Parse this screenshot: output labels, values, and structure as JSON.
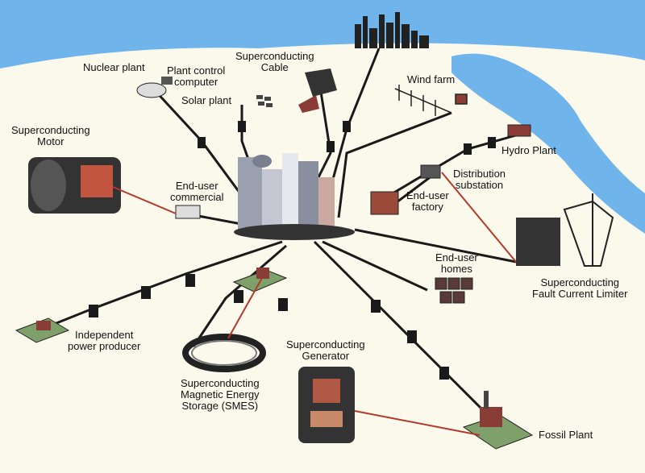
{
  "colors": {
    "sky": "#6fb4ea",
    "land": "#fbf8ec",
    "water": "#6fb4ea",
    "line": "#1a1a1a",
    "connector": "#b23a2a"
  },
  "labels": {
    "nuclear_plant": "Nuclear plant",
    "plant_control": [
      "Plant control",
      "computer"
    ],
    "superconducting_cable": [
      "Superconducting",
      "Cable"
    ],
    "solar_plant": "Solar plant",
    "wind_farm": "Wind farm",
    "sc_motor": [
      "Superconducting",
      "Motor"
    ],
    "hydro_plant": "Hydro Plant",
    "distribution_substation": [
      "Distribution",
      "substation"
    ],
    "enduser_commercial": [
      "End-",
      "user",
      "commercial"
    ],
    "enduser_factory": [
      "End-user",
      "factory"
    ],
    "enduser_homes": [
      "End-user",
      "homes"
    ],
    "fault_limiter": [
      "Superconducting",
      "Fault Current Limiter"
    ],
    "independent_producer": [
      "Independent",
      "power producer"
    ],
    "smes": [
      "Superconducting",
      "Magnetic Energy",
      "Storage (SMES)"
    ],
    "sc_generator": [
      "Superconducting",
      "Generator"
    ],
    "fossil_plant": "Fossil Plant"
  }
}
